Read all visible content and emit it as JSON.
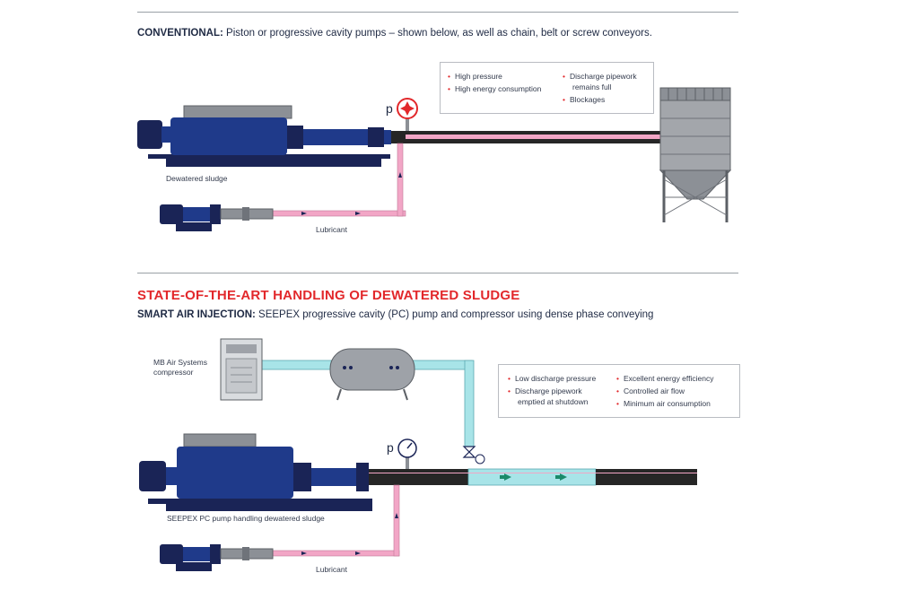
{
  "conventional": {
    "heading_bold": "CONVENTIONAL:",
    "heading_rest": " Piston or progressive cavity pumps – shown below, as well as chain, belt or screw conveyors.",
    "pump_label": "Dewatered sludge",
    "lubricant_label": "Lubricant",
    "pressure_symbol": "p",
    "bullets_left": [
      "High pressure",
      "High energy consumption"
    ],
    "bullets_right": [
      [
        "Discharge pipework",
        "remains full"
      ],
      [
        "Blockages"
      ]
    ]
  },
  "state_of_art": {
    "title": "STATE-OF-THE-ART HANDLING OF DEWATERED SLUDGE",
    "heading_bold": "SMART AIR INJECTION:",
    "heading_rest": " SEEPEX progressive cavity (PC) pump and compressor using dense phase conveying",
    "compressor_label": [
      "MB Air Systems",
      "compressor"
    ],
    "pump_label": "SEEPEX PC pump handling dewatered sludge",
    "lubricant_label": "Lubricant",
    "pressure_symbol": "p",
    "bullets_left": [
      [
        "Low discharge pressure"
      ],
      [
        "Discharge pipework",
        "emptied at shutdown"
      ]
    ],
    "bullets_right": [
      "Excellent energy efficiency",
      "Controlled air flow",
      "Minimum air consumption"
    ]
  },
  "colors": {
    "navy": "#1f3a8a",
    "dark_navy": "#1a2456",
    "pipe_dark": "#262626",
    "lubricant_pink": "#f2a6c6",
    "air_cyan": "#a8e4e8",
    "accent_red": "#e2282b",
    "steel_gray": "#8c9096"
  },
  "icons": [
    "pressure-gauge-icon",
    "valve-icon",
    "flow-arrow-icon",
    "silo-icon",
    "compressor-icon",
    "air-tank-icon"
  ]
}
